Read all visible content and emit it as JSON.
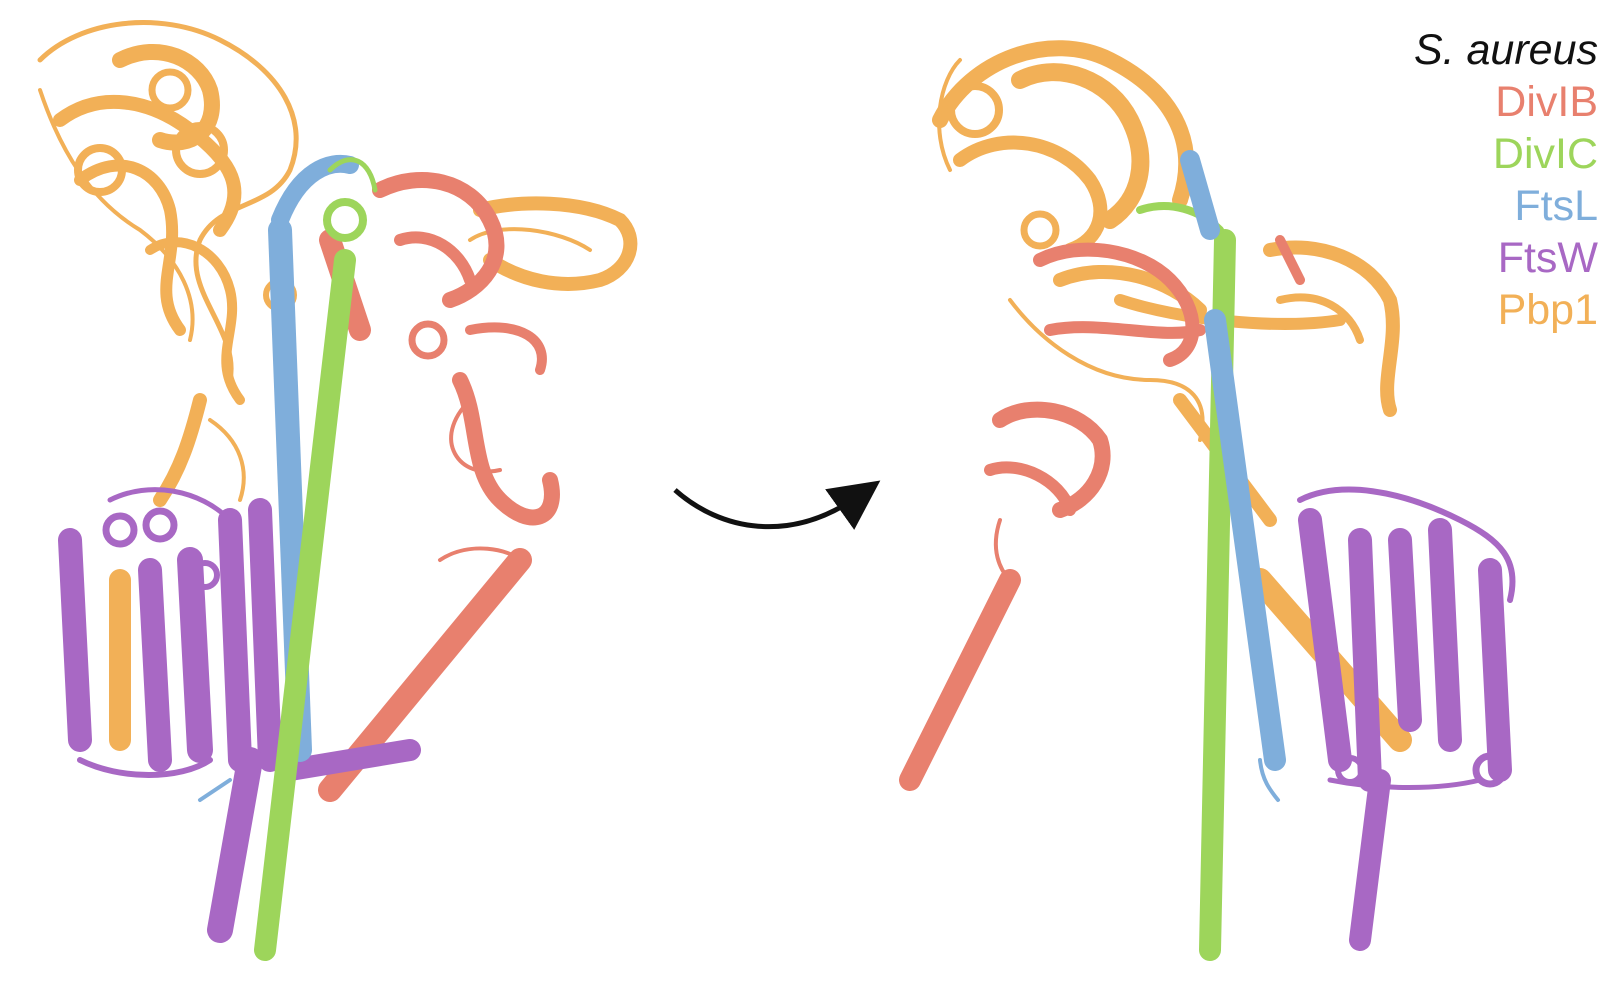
{
  "legend": {
    "organism": "S. aureus",
    "organism_color": "#111111",
    "entries": [
      {
        "label": "DivIB",
        "color": "#E8806E"
      },
      {
        "label": "DivIC",
        "color": "#9DD55B"
      },
      {
        "label": "FtsL",
        "color": "#7FAEDB"
      },
      {
        "label": "FtsW",
        "color": "#A868C4"
      },
      {
        "label": "Pbp1",
        "color": "#F2B057"
      }
    ]
  },
  "icons": {
    "rotation_arrow": "curved-rotation-arrow-icon"
  }
}
